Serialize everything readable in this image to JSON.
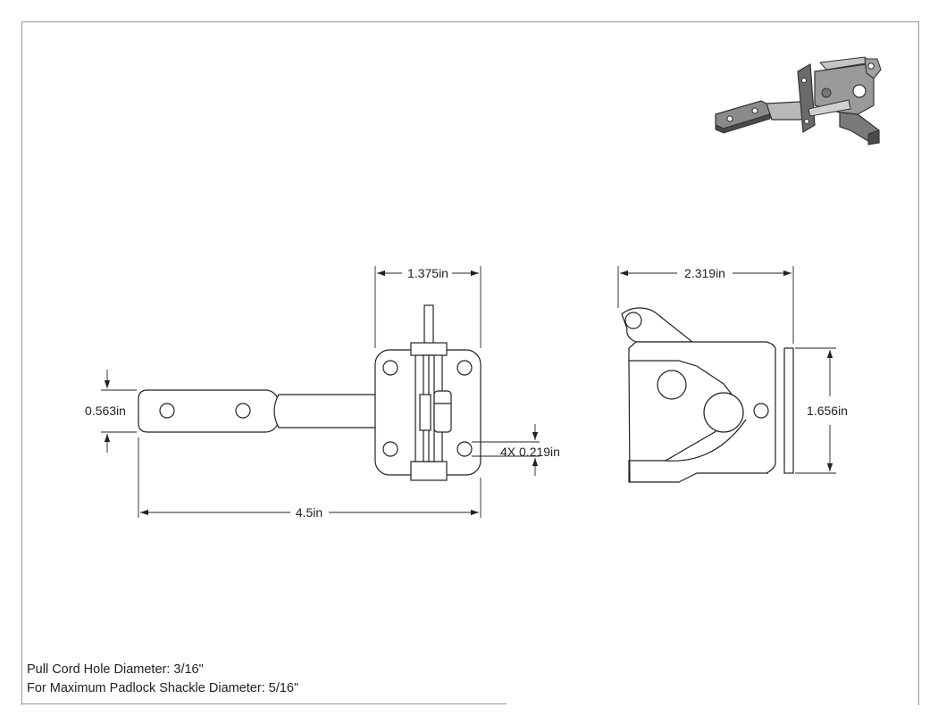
{
  "dimensions": {
    "front_width": "1.375in",
    "overall_length": "4.5in",
    "bar_height": "0.563in",
    "hole_diameter": "4X 0.219in",
    "side_width": "2.319in",
    "side_height": "1.656in"
  },
  "notes": {
    "pull_cord": "Pull Cord Hole Diameter: 3/16\"",
    "padlock": "For Maximum Padlock Shackle Diameter: 5/16\""
  },
  "colors": {
    "line": "#222222",
    "border": "#9a9a9a",
    "render_body": "#8a8a8a",
    "render_dark": "#4a4a4a"
  }
}
